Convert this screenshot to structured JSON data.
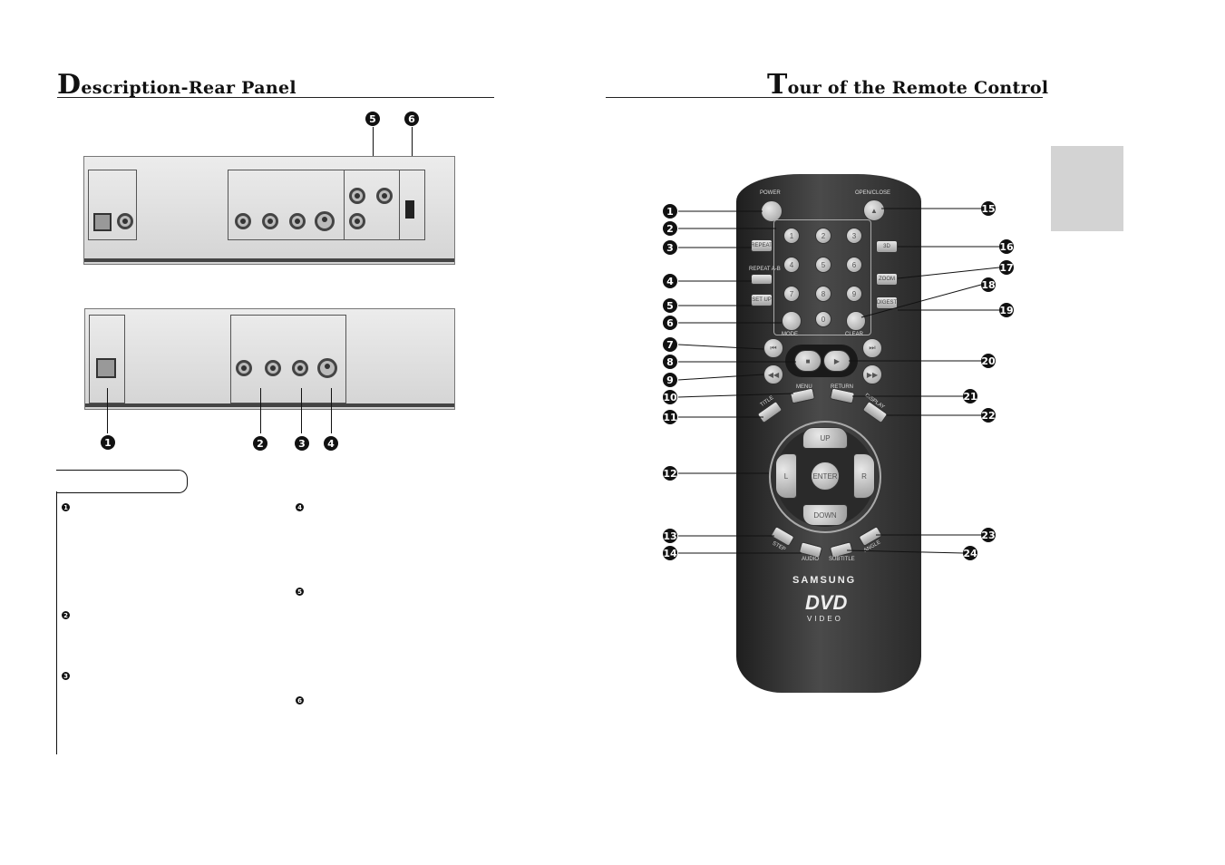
{
  "left_page": {
    "title_initial": "D",
    "title_rest": "escription-Rear Panel",
    "top_markers": [
      "5",
      "6"
    ],
    "bottom_markers": [
      "1",
      "2",
      "3",
      "4"
    ],
    "desc_markers_col1": [
      "1",
      "2",
      "3"
    ],
    "desc_markers_col2": [
      "4",
      "5",
      "6"
    ]
  },
  "right_page": {
    "title_initial": "T",
    "title_rest": "our of the Remote Control",
    "left_markers": [
      "1",
      "2",
      "3",
      "4",
      "5",
      "6",
      "7",
      "8",
      "9",
      "10",
      "11",
      "12",
      "13",
      "14"
    ],
    "right_markers": [
      "15",
      "16",
      "17",
      "18",
      "19",
      "20",
      "21",
      "22",
      "23",
      "24"
    ]
  },
  "remote": {
    "power": "POWER",
    "open_close": "OPEN/CLOSE",
    "digits": [
      "1",
      "2",
      "3",
      "4",
      "5",
      "6",
      "7",
      "8",
      "9",
      "0"
    ],
    "repeat": "REPEAT",
    "repeat_ab": "REPEAT A-B",
    "setup": "SET UP",
    "mode": "MODE",
    "clear": "CLEAR",
    "three_d": "3D",
    "zoom": "ZOOM",
    "digest": "DIGEST",
    "menu": "MENU",
    "return": "RETURN",
    "title_btn": "TITLE",
    "display": "DISPLAY",
    "up": "UP",
    "down": "DOWN",
    "left": "L",
    "right": "R",
    "enter": "ENTER",
    "step": "STEP",
    "audio": "AUDIO",
    "subtitle": "SUBTITLE",
    "angle": "ANGLE",
    "brand": "SAMSUNG",
    "logo": "DVD",
    "logo_sub": "VIDEO"
  },
  "colors": {
    "remote_body": "#3a3a3a",
    "tab": "#d3d3d3"
  }
}
